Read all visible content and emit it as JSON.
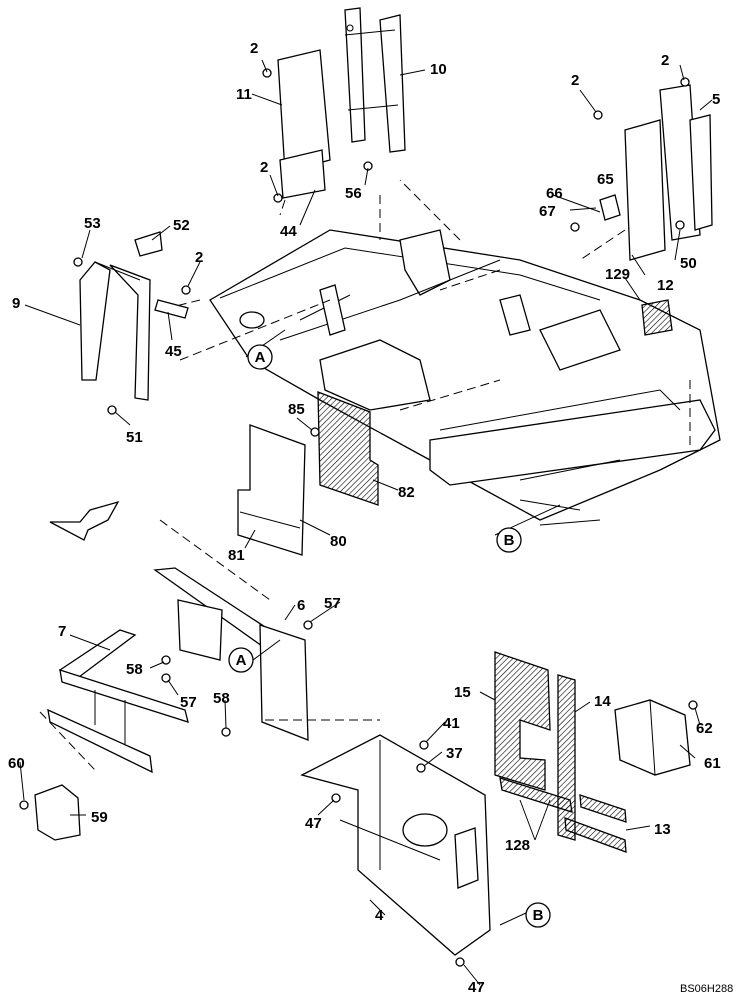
{
  "drawing_code": "BS06H288",
  "reference_marks": [
    "A",
    "B"
  ],
  "part_numbers": [
    "2",
    "2",
    "2",
    "2",
    "2",
    "4",
    "5",
    "6",
    "7",
    "9",
    "10",
    "11",
    "12",
    "13",
    "14",
    "15",
    "41",
    "37",
    "44",
    "45",
    "47",
    "47",
    "50",
    "51",
    "52",
    "53",
    "56",
    "57",
    "57",
    "58",
    "58",
    "59",
    "60",
    "61",
    "62",
    "65",
    "66",
    "67",
    "80",
    "81",
    "82",
    "85",
    "128",
    "129"
  ],
  "icons": {
    "front_arrow": "arrow-left-down-icon",
    "bolt": "bolt-icon"
  }
}
